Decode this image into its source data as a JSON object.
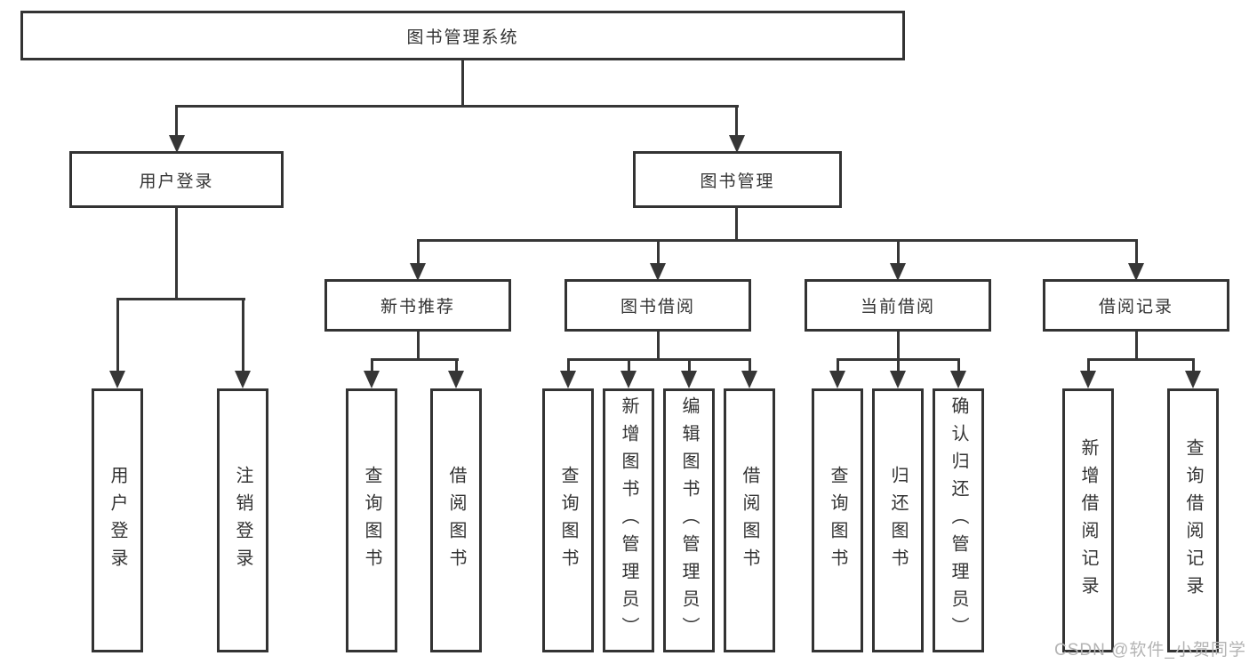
{
  "diagram": {
    "title": "图书管理系统",
    "root": {
      "label": "图书管理系统"
    },
    "level2": [
      {
        "label": "用户登录"
      },
      {
        "label": "图书管理"
      }
    ],
    "level3": [
      {
        "label": "新书推荐"
      },
      {
        "label": "图书借阅"
      },
      {
        "label": "当前借阅"
      },
      {
        "label": "借阅记录"
      }
    ],
    "leaves": {
      "user_login": [
        "用户登录",
        "注销登录"
      ],
      "new_book_recommend": [
        "查询图书",
        "借阅图书"
      ],
      "book_borrow": [
        "查询图书",
        "新增图书（管理员）",
        "编辑图书（管理员）",
        "借阅图书"
      ],
      "current_borrow": [
        "查询图书",
        "归还图书",
        "确认归还（管理员）"
      ],
      "borrow_records": [
        "新增借阅记录",
        "查询借阅记录"
      ]
    }
  },
  "watermark": {
    "text": "CSDN @软件_小贺同学",
    "color": "#b4b4b4"
  },
  "colors": {
    "line": "#363636",
    "border": "#333333",
    "text": "#333333",
    "background": "#ffffff"
  }
}
